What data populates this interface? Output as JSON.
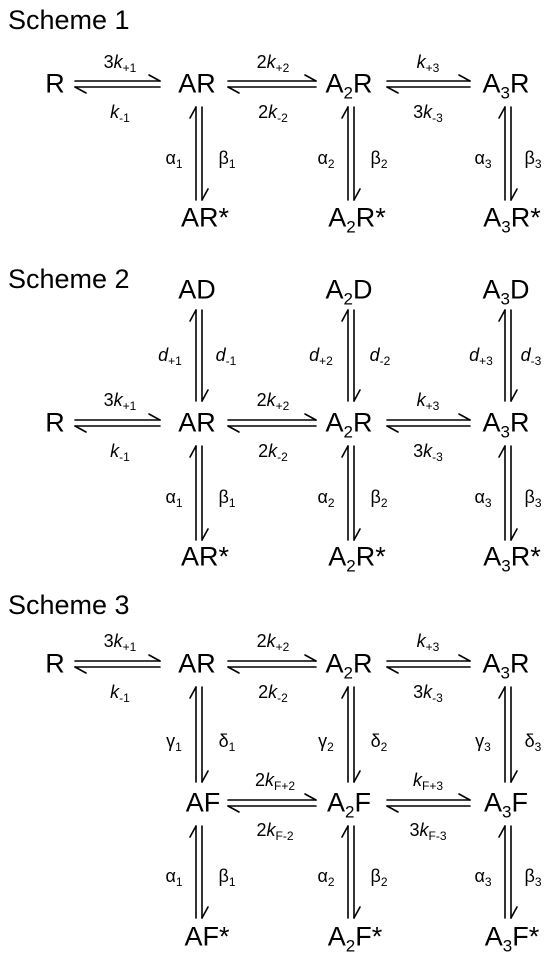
{
  "schemes": [
    {
      "title": "Scheme 1",
      "species": [
        {
          "main": "R",
          "sub": "",
          "suffix": ""
        },
        {
          "main": "AR",
          "sub": "",
          "suffix": ""
        },
        {
          "main": "A",
          "sub": "2",
          "suffix": "R"
        },
        {
          "main": "A",
          "sub": "3",
          "suffix": "R"
        },
        {
          "main": "AR*",
          "sub": "",
          "suffix": ""
        },
        {
          "main": "A",
          "sub": "2",
          "suffix": "R*"
        },
        {
          "main": "A",
          "sub": "3",
          "suffix": "R*"
        }
      ],
      "rates": [
        {
          "coef": "3",
          "sym": "k",
          "sub": "+1"
        },
        {
          "coef": "",
          "sym": "k",
          "sub": "-1"
        },
        {
          "coef": "2",
          "sym": "k",
          "sub": "+2"
        },
        {
          "coef": "2",
          "sym": "k",
          "sub": "-2"
        },
        {
          "coef": "",
          "sym": "k",
          "sub": "+3"
        },
        {
          "coef": "3",
          "sym": "k",
          "sub": "-3"
        },
        {
          "coef": "",
          "sym": "α",
          "sub": "1"
        },
        {
          "coef": "",
          "sym": "β",
          "sub": "1"
        },
        {
          "coef": "",
          "sym": "α",
          "sub": "2"
        },
        {
          "coef": "",
          "sym": "β",
          "sub": "2"
        },
        {
          "coef": "",
          "sym": "α",
          "sub": "3"
        },
        {
          "coef": "",
          "sym": "β",
          "sub": "3"
        }
      ]
    },
    {
      "title": "Scheme 2",
      "species": [
        {
          "main": "AD",
          "sub": "",
          "suffix": ""
        },
        {
          "main": "A",
          "sub": "2",
          "suffix": "D"
        },
        {
          "main": "A",
          "sub": "3",
          "suffix": "D"
        },
        {
          "main": "R",
          "sub": "",
          "suffix": ""
        },
        {
          "main": "AR",
          "sub": "",
          "suffix": ""
        },
        {
          "main": "A",
          "sub": "2",
          "suffix": "R"
        },
        {
          "main": "A",
          "sub": "3",
          "suffix": "R"
        },
        {
          "main": "AR*",
          "sub": "",
          "suffix": ""
        },
        {
          "main": "A",
          "sub": "2",
          "suffix": "R*"
        },
        {
          "main": "A",
          "sub": "3",
          "suffix": "R*"
        }
      ],
      "rates": [
        {
          "coef": "",
          "sym": "d",
          "sub": "+1"
        },
        {
          "coef": "",
          "sym": "d",
          "sub": "-1"
        },
        {
          "coef": "",
          "sym": "d",
          "sub": "+2"
        },
        {
          "coef": "",
          "sym": "d",
          "sub": "-2"
        },
        {
          "coef": "",
          "sym": "d",
          "sub": "+3"
        },
        {
          "coef": "",
          "sym": "d",
          "sub": "-3"
        },
        {
          "coef": "3",
          "sym": "k",
          "sub": "+1"
        },
        {
          "coef": "",
          "sym": "k",
          "sub": "-1"
        },
        {
          "coef": "2",
          "sym": "k",
          "sub": "+2"
        },
        {
          "coef": "2",
          "sym": "k",
          "sub": "-2"
        },
        {
          "coef": "",
          "sym": "k",
          "sub": "+3"
        },
        {
          "coef": "3",
          "sym": "k",
          "sub": "-3"
        },
        {
          "coef": "",
          "sym": "α",
          "sub": "1"
        },
        {
          "coef": "",
          "sym": "β",
          "sub": "1"
        },
        {
          "coef": "",
          "sym": "α",
          "sub": "2"
        },
        {
          "coef": "",
          "sym": "β",
          "sub": "2"
        },
        {
          "coef": "",
          "sym": "α",
          "sub": "3"
        },
        {
          "coef": "",
          "sym": "β",
          "sub": "3"
        }
      ]
    },
    {
      "title": "Scheme 3",
      "species": [
        {
          "main": "R",
          "sub": "",
          "suffix": ""
        },
        {
          "main": "AR",
          "sub": "",
          "suffix": ""
        },
        {
          "main": "A",
          "sub": "2",
          "suffix": "R"
        },
        {
          "main": "A",
          "sub": "3",
          "suffix": "R"
        },
        {
          "main": "AF",
          "sub": "",
          "suffix": ""
        },
        {
          "main": "A",
          "sub": "2",
          "suffix": "F"
        },
        {
          "main": "A",
          "sub": "3",
          "suffix": "F"
        },
        {
          "main": "AF*",
          "sub": "",
          "suffix": ""
        },
        {
          "main": "A",
          "sub": "2",
          "suffix": "F*"
        },
        {
          "main": "A",
          "sub": "3",
          "suffix": "F*"
        }
      ],
      "rates": [
        {
          "coef": "3",
          "sym": "k",
          "sub": "+1"
        },
        {
          "coef": "",
          "sym": "k",
          "sub": "-1"
        },
        {
          "coef": "2",
          "sym": "k",
          "sub": "+2"
        },
        {
          "coef": "2",
          "sym": "k",
          "sub": "-2"
        },
        {
          "coef": "",
          "sym": "k",
          "sub": "+3"
        },
        {
          "coef": "3",
          "sym": "k",
          "sub": "-3"
        },
        {
          "coef": "",
          "sym": "γ",
          "sub": "1"
        },
        {
          "coef": "",
          "sym": "δ",
          "sub": "1"
        },
        {
          "coef": "",
          "sym": "γ",
          "sub": "2"
        },
        {
          "coef": "",
          "sym": "δ",
          "sub": "2"
        },
        {
          "coef": "",
          "sym": "γ",
          "sub": "3"
        },
        {
          "coef": "",
          "sym": "δ",
          "sub": "3"
        },
        {
          "coef": "2",
          "sym": "k",
          "sub": "F+2"
        },
        {
          "coef": "2",
          "sym": "k",
          "sub": "F-2"
        },
        {
          "coef": "",
          "sym": "k",
          "sub": "F+3"
        },
        {
          "coef": "3",
          "sym": "k",
          "sub": "F-3"
        },
        {
          "coef": "",
          "sym": "α",
          "sub": "1"
        },
        {
          "coef": "",
          "sym": "β",
          "sub": "1"
        },
        {
          "coef": "",
          "sym": "α",
          "sub": "2"
        },
        {
          "coef": "",
          "sym": "β",
          "sub": "2"
        },
        {
          "coef": "",
          "sym": "α",
          "sub": "3"
        },
        {
          "coef": "",
          "sym": "β",
          "sub": "3"
        }
      ]
    }
  ]
}
